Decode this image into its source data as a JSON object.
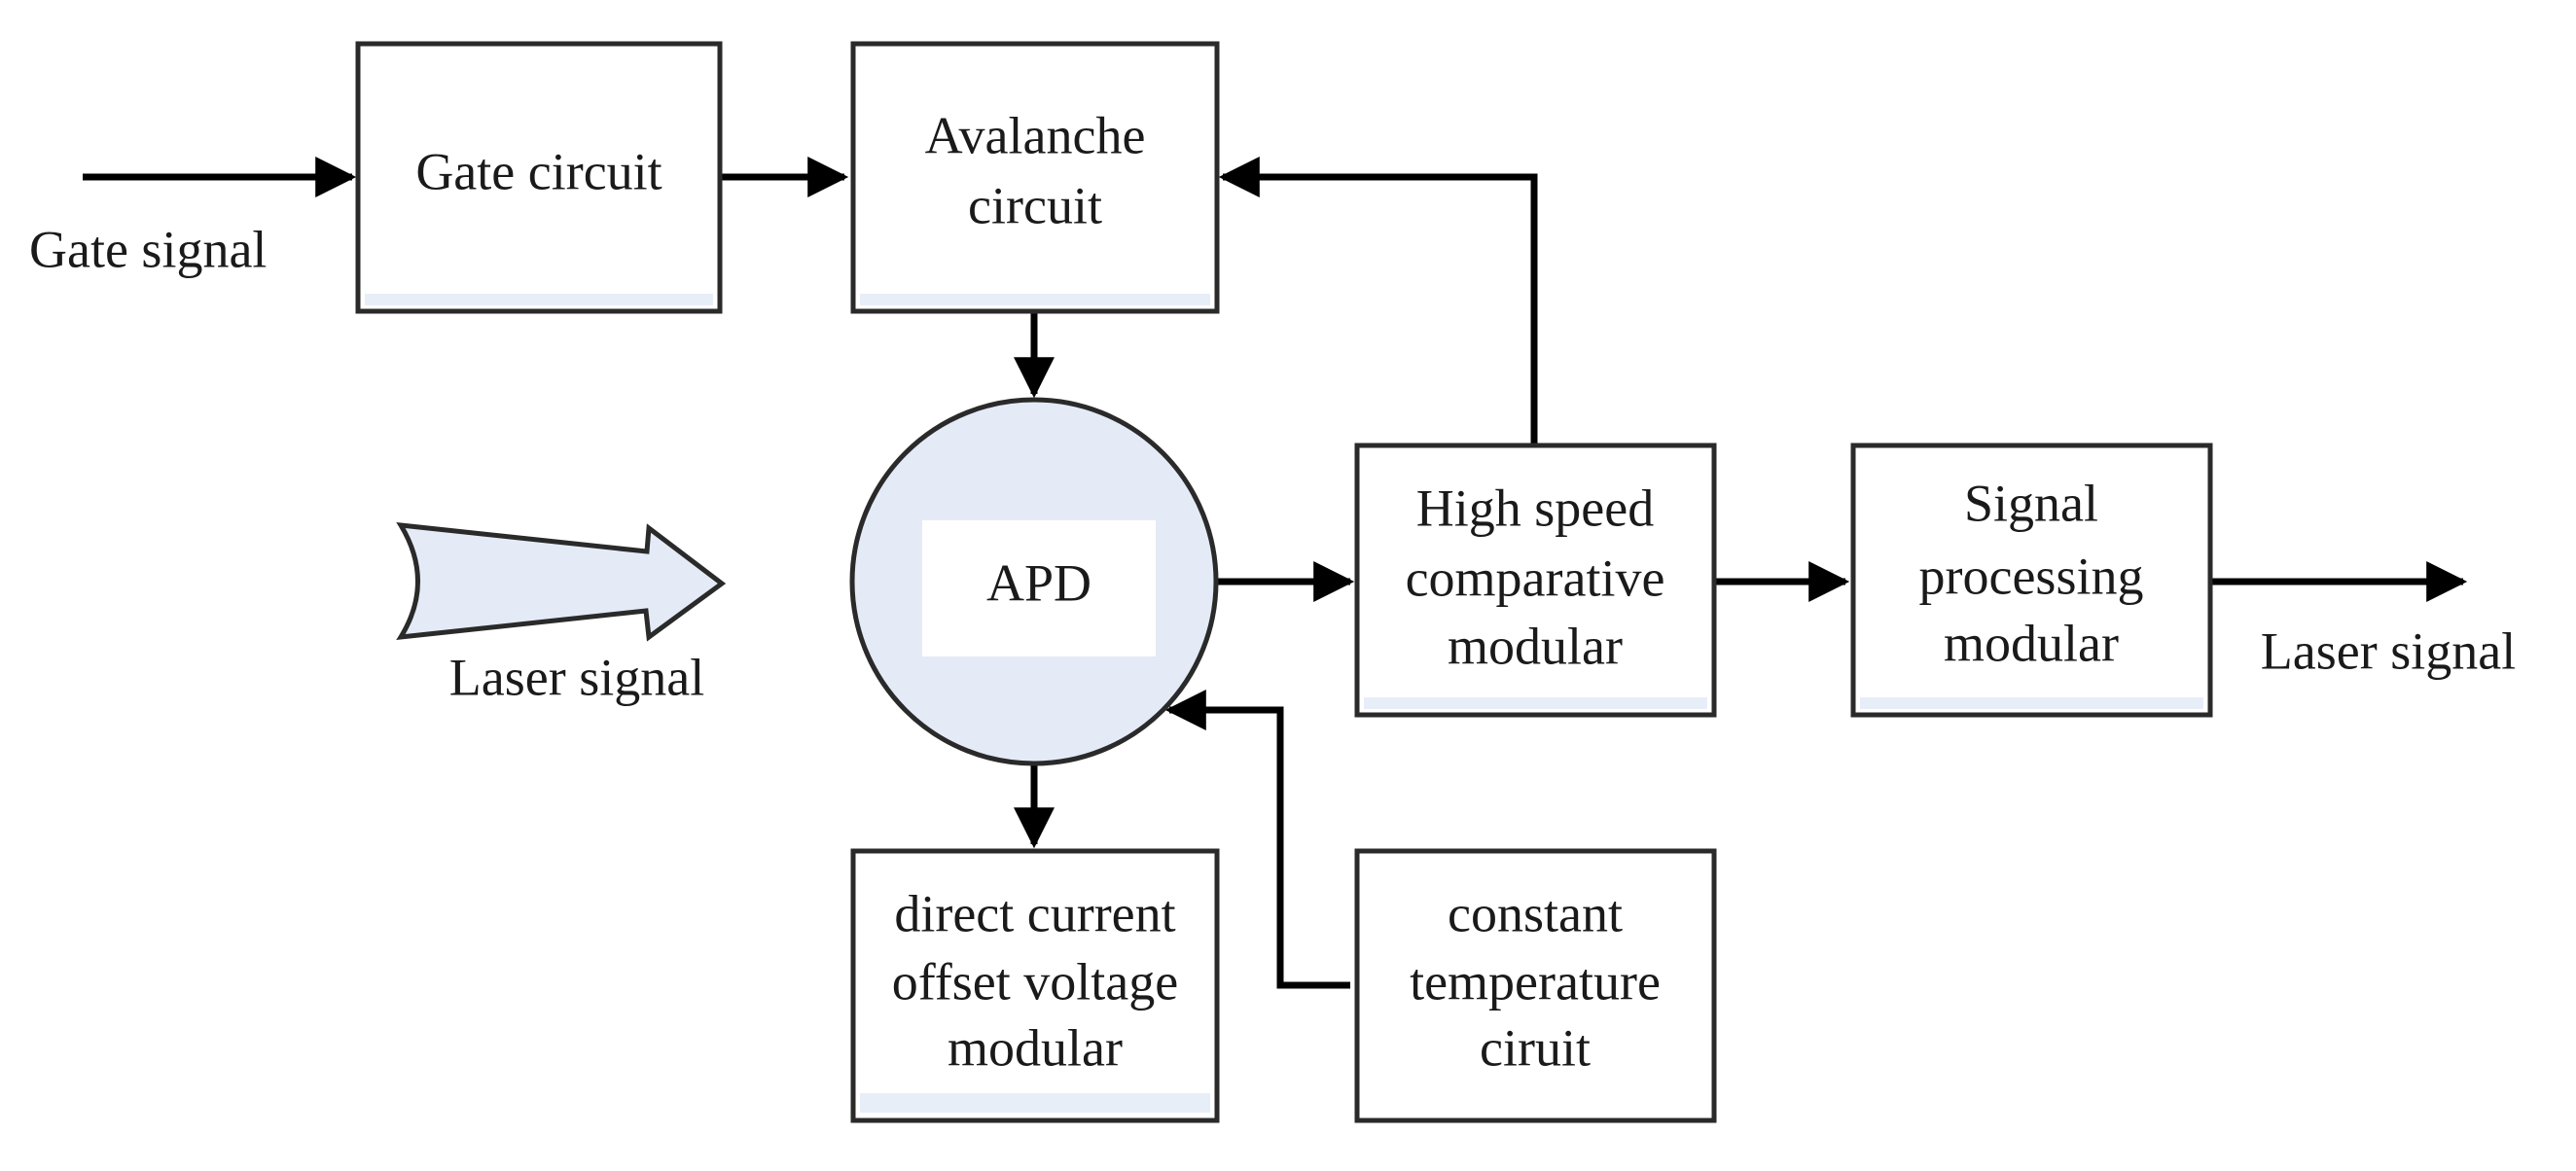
{
  "blocks": {
    "gate_circuit": [
      "Gate circuit"
    ],
    "avalanche_circuit": [
      "Avalanche",
      "circuit"
    ],
    "apd": [
      "APD"
    ],
    "high_speed_comparative": [
      "High speed",
      "comparative",
      "modular"
    ],
    "signal_processing": [
      "Signal",
      "processing",
      "modular"
    ],
    "dc_offset": [
      "direct current",
      "offset voltage",
      "modular"
    ],
    "constant_temperature": [
      "constant",
      "temperature",
      "ciruit"
    ]
  },
  "io_labels": {
    "gate_signal": "Gate signal",
    "laser_signal_in": "Laser signal",
    "laser_signal_out": "Laser signal"
  },
  "colors": {
    "box_stroke": "#2a2a2a",
    "shade": "#e8eef8",
    "apd_fill": "#e4ebf7",
    "wire": "#000000"
  }
}
